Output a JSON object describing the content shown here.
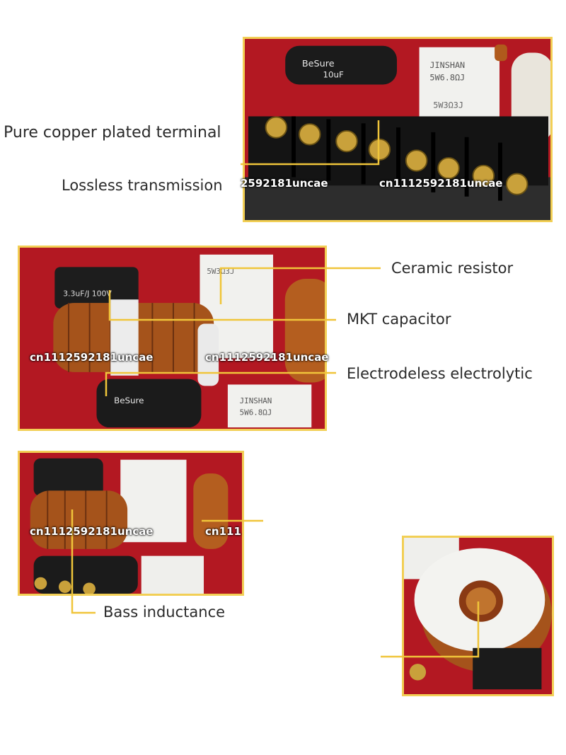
{
  "callouts": {
    "terminal": "Pure copper plated terminal",
    "lossless": "Lossless transmission",
    "ceramic": "Ceramic resistor",
    "mkt": "MKT capacitor",
    "electrolytic": "Electrodeless electrolytic",
    "bass": "Bass inductance"
  },
  "watermark": "cn1112592181uncae",
  "watermark_partial_a": "2592181uncae",
  "watermark_partial_b": "cn111",
  "component_prints": {
    "resistor_brand": "JINSHAN",
    "resistor_value": "5W6.8ΩJ",
    "resistor_value_2": "5W3Ω3J",
    "cap_brand": "BeSure",
    "cap_value": "10uF",
    "mkt_value": "3.3uF/J 100V"
  },
  "colors": {
    "board": "#b31822",
    "frame": "#f2cf55",
    "leader": "#f0c53a",
    "copper": "#b05a1c",
    "terminal": "#c9a13b"
  }
}
